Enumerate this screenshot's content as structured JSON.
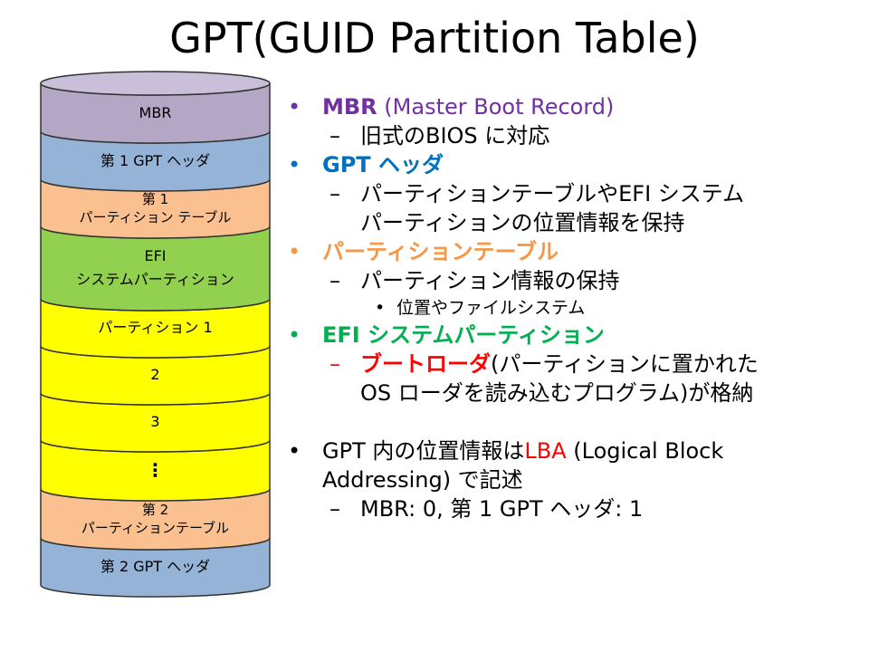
{
  "title": "GPT(GUID Partition Table)",
  "colors": {
    "mbr_fill": "#b4a7c6",
    "gpt_header_fill": "#95b3d7",
    "partition_table_fill": "#fac090",
    "efi_fill": "#92d050",
    "partition_fill": "#ffff00",
    "outline": "#333333",
    "purple": "#7030a0",
    "blue": "#0070c0",
    "orange": "#f79646",
    "green": "#00b050",
    "red": "#ff0000"
  },
  "disk": {
    "segments": [
      {
        "id": "mbr",
        "lines": [
          "MBR"
        ]
      },
      {
        "id": "gpt1",
        "lines": [
          "第 1 GPT ヘッダ"
        ]
      },
      {
        "id": "pt1",
        "lines": [
          "第 1",
          "パーティション テーブル"
        ]
      },
      {
        "id": "efi",
        "lines": [
          "EFI",
          "システムパーティション"
        ]
      },
      {
        "id": "p1",
        "lines": [
          "パーティション 1"
        ]
      },
      {
        "id": "p2",
        "lines": [
          "2"
        ]
      },
      {
        "id": "p3",
        "lines": [
          "3"
        ]
      },
      {
        "id": "pdots",
        "lines": [
          "⋮"
        ]
      },
      {
        "id": "pt2",
        "lines": [
          "第 2",
          "パーティションテーブル"
        ]
      },
      {
        "id": "gpt2",
        "lines": [
          "第 2 GPT ヘッダ"
        ]
      }
    ]
  },
  "bullets": {
    "mbr": {
      "name": "MBR",
      "desc": " (Master Boot Record)",
      "sub": "旧式のBIOS に対応"
    },
    "gpt_header": {
      "name": "GPT ヘッダ",
      "sub_line1": "パーティションテーブルやEFI システム",
      "sub_line2": "パーティションの位置情報を保持"
    },
    "partition_table": {
      "name": "パーティションテーブル",
      "sub": "パーティション情報の保持",
      "subsub": "位置やファイルシステム"
    },
    "efi": {
      "name": "EFI システムパーティション",
      "sub_red": "ブートローダ",
      "sub_rest_line1": "(パーティションに置かれた",
      "sub_line2": "OS ローダを読み込むプログラム)が格納"
    },
    "lba": {
      "pre": "GPT 内の位置情報は",
      "lba": "LBA",
      "post_line1": " (Logical Block",
      "line2": "Addressing) で記述",
      "sub": "MBR: 0, 第 1 GPT ヘッダ: 1"
    }
  },
  "symbols": {
    "bullet": "•",
    "dash": "–",
    "small_bullet": "•"
  }
}
